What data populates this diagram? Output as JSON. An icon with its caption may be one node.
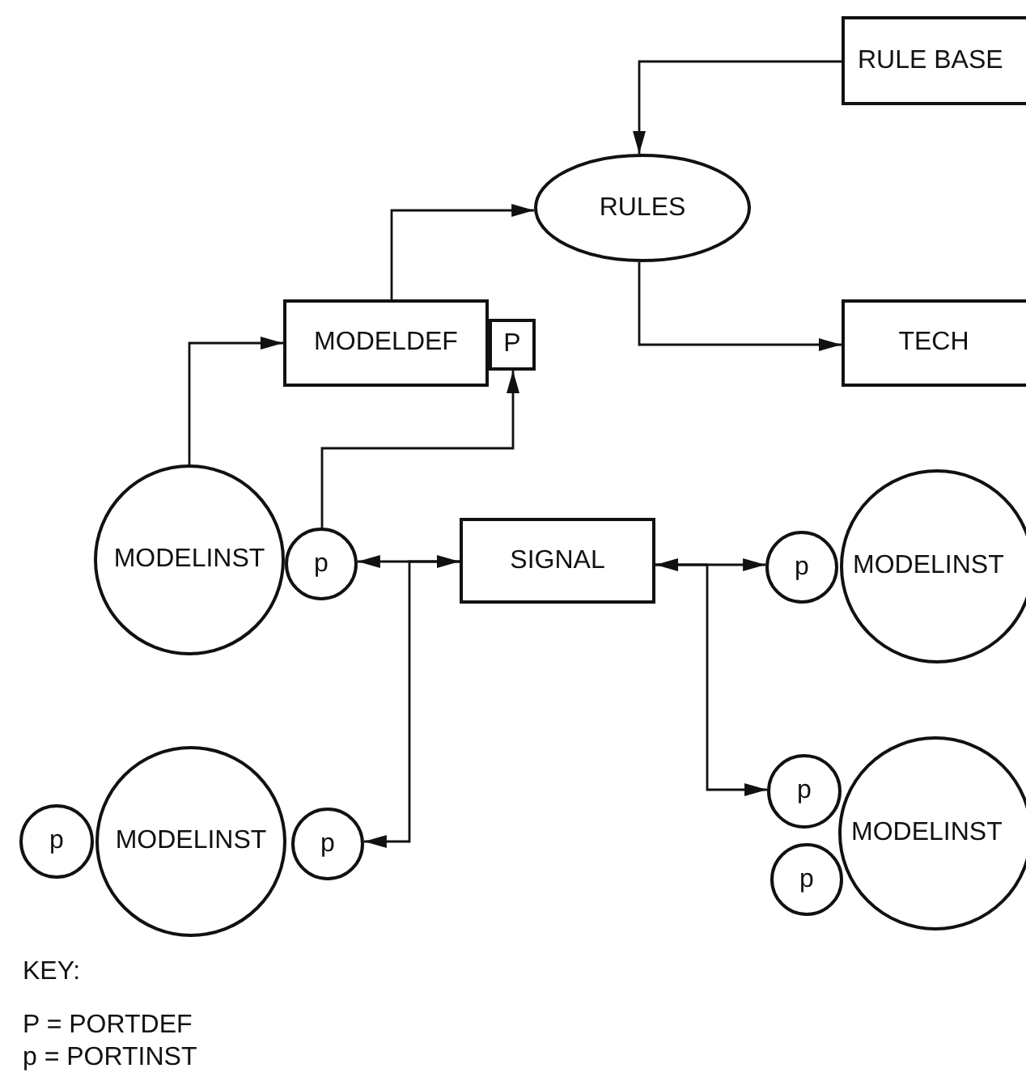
{
  "diagram": {
    "nodes": [
      {
        "text": [
          "RULE BASE"
        ]
      },
      {
        "text": [
          "RULES"
        ]
      },
      {
        "text": [
          "MODELDEF"
        ]
      },
      {
        "text": [
          "P"
        ]
      },
      {
        "text": [
          "TECH"
        ]
      },
      {
        "text": [
          "MODELINST"
        ]
      },
      {
        "text": [
          "p"
        ]
      },
      {
        "text": [
          "SIGNAL"
        ]
      },
      {
        "text": [
          "p"
        ]
      },
      {
        "text": [
          "MODELINST"
        ]
      },
      {
        "text": [
          "p"
        ]
      },
      {
        "text": [
          "MODELINST"
        ]
      },
      {
        "text": [
          "p"
        ]
      },
      {
        "text": [
          "p"
        ]
      },
      {
        "text": [
          "MODELINST"
        ]
      },
      {
        "text": [
          "p"
        ]
      }
    ],
    "edges": [
      {
        "from": 0,
        "to": 1,
        "arrow": "to"
      },
      {
        "from": 2,
        "to": 1,
        "arrow": "to"
      },
      {
        "from": 1,
        "to": 4,
        "arrow": "to"
      },
      {
        "from": 5,
        "to": 2,
        "arrow": "to"
      },
      {
        "from": 6,
        "to": 3,
        "arrow": "to"
      },
      {
        "from": 7,
        "to": 6,
        "arrow": "both"
      },
      {
        "from": 7,
        "to": 12,
        "arrow": "to"
      },
      {
        "from": 7,
        "to": 8,
        "arrow": "both"
      },
      {
        "from": 7,
        "to": 13,
        "arrow": "to"
      }
    ],
    "labels": [
      "KEY:",
      "P = PORTDEF",
      "p = PORTINST"
    ]
  }
}
